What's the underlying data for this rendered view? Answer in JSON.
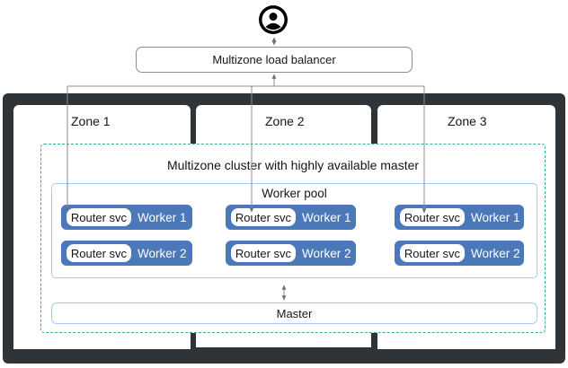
{
  "load_balancer": {
    "label": "Multizone load balancer"
  },
  "zones": [
    {
      "label": "Zone 1"
    },
    {
      "label": "Zone 2"
    },
    {
      "label": "Zone 3"
    }
  ],
  "cluster": {
    "label": "Multizone cluster with highly available master"
  },
  "worker_pool": {
    "label": "Worker pool",
    "columns": [
      {
        "workers": [
          {
            "router": "Router svc",
            "worker": "Worker 1"
          },
          {
            "router": "Router svc",
            "worker": "Worker 2"
          }
        ]
      },
      {
        "workers": [
          {
            "router": "Router svc",
            "worker": "Worker 1"
          },
          {
            "router": "Router svc",
            "worker": "Worker 2"
          }
        ]
      },
      {
        "workers": [
          {
            "router": "Router svc",
            "worker": "Worker 1"
          },
          {
            "router": "Router svc",
            "worker": "Worker 2"
          }
        ]
      }
    ]
  },
  "master": {
    "label": "Master"
  },
  "colors": {
    "frame": "#2f3438",
    "worker": "#4a78b9",
    "cluster_border": "#3aa99f",
    "pool_border": "#a6c8ff",
    "connector": "#8d8d8d"
  },
  "icons": {
    "user": "user-icon",
    "arrow": "double-arrow-icon"
  }
}
